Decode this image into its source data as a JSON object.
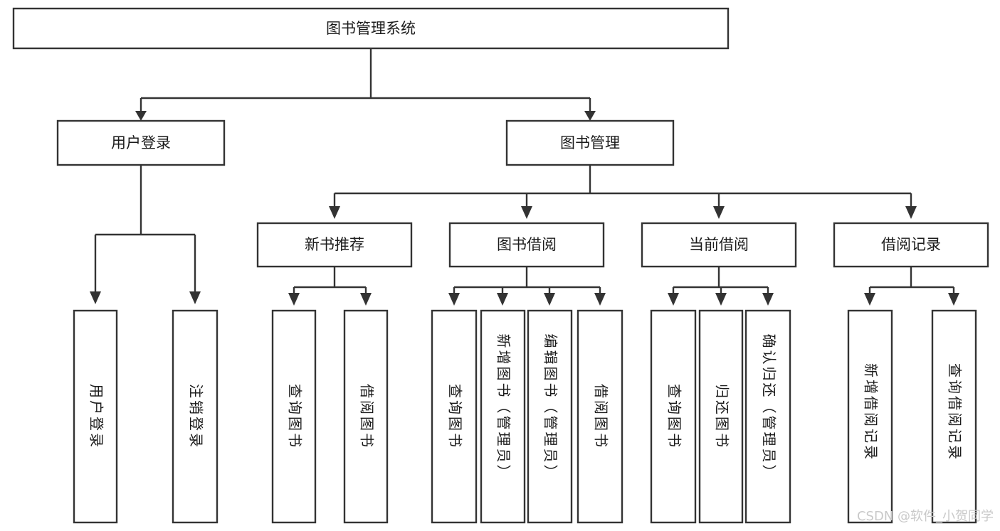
{
  "diagram": {
    "title": "图书管理系统",
    "type": "tree",
    "orientation": "top-down",
    "colors": {
      "box_stroke": "#333333",
      "box_fill": "#ffffff",
      "text": "#1b1b1b",
      "background": "#ffffff",
      "watermark": "#c9c9c9"
    },
    "root": {
      "label": "图书管理系统"
    },
    "level1": [
      {
        "label": "用户登录"
      },
      {
        "label": "图书管理"
      }
    ],
    "level2": [
      {
        "label": "新书推荐",
        "parent": "图书管理"
      },
      {
        "label": "图书借阅",
        "parent": "图书管理"
      },
      {
        "label": "当前借阅",
        "parent": "图书管理"
      },
      {
        "label": "借阅记录",
        "parent": "图书管理"
      }
    ],
    "leaves": {
      "用户登录": [
        {
          "label": "用户登录"
        },
        {
          "label": "注销登录"
        }
      ],
      "新书推荐": [
        {
          "label": "查询图书"
        },
        {
          "label": "借阅图书"
        }
      ],
      "图书借阅": [
        {
          "label": "查询图书"
        },
        {
          "label": "新增图书（管理员）"
        },
        {
          "label": "编辑图书（管理员）"
        },
        {
          "label": "借阅图书"
        }
      ],
      "当前借阅": [
        {
          "label": "查询图书"
        },
        {
          "label": "归还图书"
        },
        {
          "label": "确认归还（管理员）"
        }
      ],
      "借阅记录": [
        {
          "label": "新增借阅记录"
        },
        {
          "label": "查询借阅记录"
        }
      ]
    }
  },
  "watermark": {
    "text": "CSDN @软件_小贺同学"
  }
}
